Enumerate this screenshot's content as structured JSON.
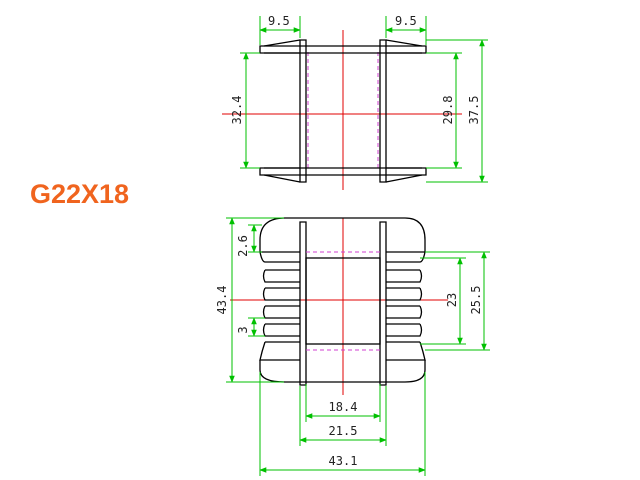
{
  "title": "G22X18",
  "colors": {
    "title": "#f0641e",
    "outline": "#000000",
    "dimension": "#00c000",
    "centerline": "#e00000",
    "hidden": "#d040d0"
  },
  "top_view": {
    "flange_width_left": "9.5",
    "flange_width_right": "9.5",
    "height_inner": "32.4",
    "pin_span": "29.8",
    "height_total": "37.5"
  },
  "front_view": {
    "slot_top": "2.6",
    "height_total": "43.4",
    "slot_pitch": "3",
    "window_height": "23",
    "window_outer": "25.5",
    "core_width": "18.4",
    "inner_width": "21.5",
    "width_total": "43.1"
  }
}
